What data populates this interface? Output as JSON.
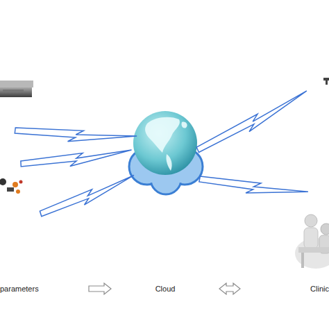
{
  "diagram": {
    "nodes": [
      {
        "text": [
          "parameters"
        ]
      },
      {
        "text": [
          "Cloud"
        ]
      },
      {
        "text": [
          "Clinic"
        ]
      }
    ],
    "edges": [
      {
        "from": 0,
        "to": 1,
        "arrow": "to"
      },
      {
        "from": 1,
        "to": 2,
        "arrow": "both"
      }
    ]
  }
}
